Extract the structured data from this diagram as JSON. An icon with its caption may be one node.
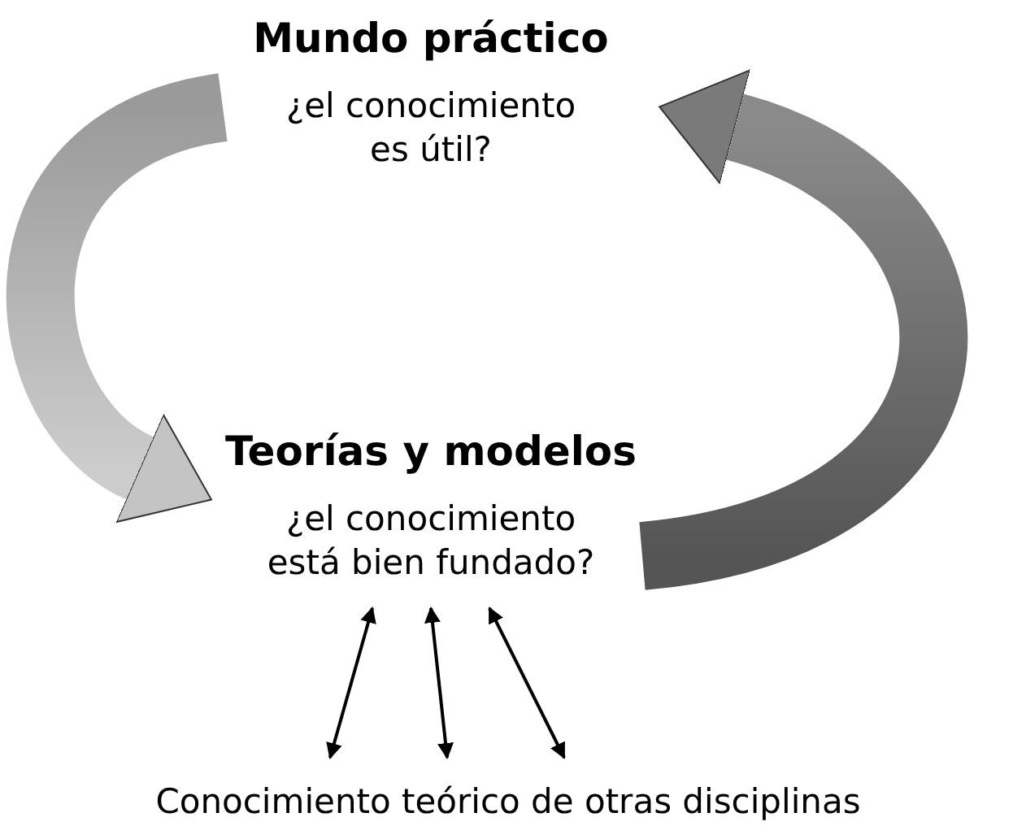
{
  "diagram": {
    "nodes": [
      {
        "text": [
          "Mundo práctico",
          "¿el conocimiento es útil?"
        ]
      },
      {
        "text": [
          "Teorías y modelos",
          "¿el conocimiento está bien fundado?"
        ]
      },
      {
        "text": [
          "Conocimiento teórico de otras disciplinas"
        ]
      }
    ],
    "edges": [
      {
        "from": 0,
        "to": 1,
        "arrow": "to"
      },
      {
        "from": 1,
        "to": 0,
        "arrow": "to"
      },
      {
        "from": 1,
        "to": 2,
        "arrow": "both"
      },
      {
        "from": 1,
        "to": 2,
        "arrow": "both"
      },
      {
        "from": 1,
        "to": 2,
        "arrow": "both"
      }
    ]
  }
}
